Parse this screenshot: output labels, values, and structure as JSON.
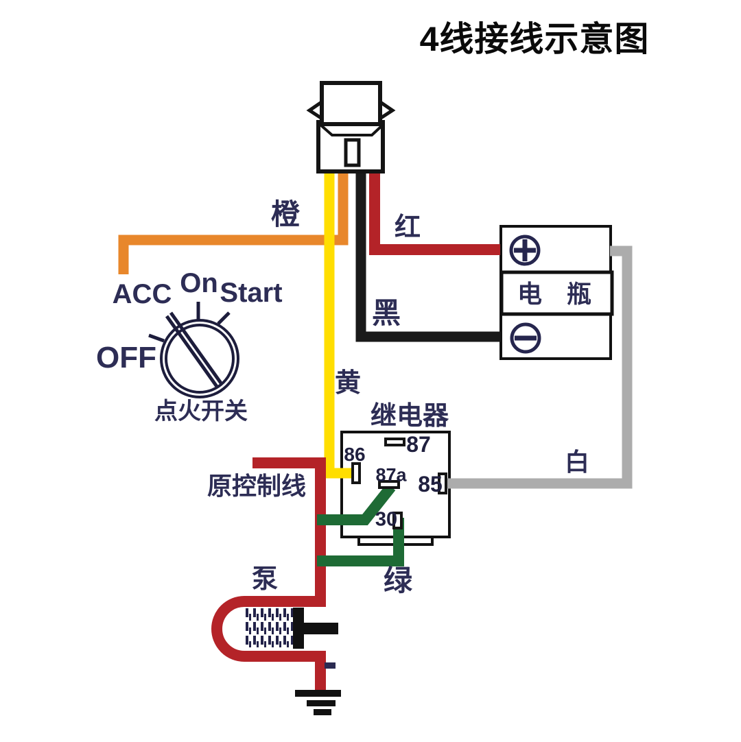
{
  "title": "4线接线示意图",
  "colors": {
    "orange": "#E8872B",
    "yellow": "#FFDE00",
    "red": "#B42328",
    "black": "#1A1A1A",
    "white_wire": "#ACACAC",
    "green": "#1E6B35",
    "text_navy": "#2D2D55"
  },
  "wire_labels": {
    "orange": "橙",
    "red": "红",
    "black": "黑",
    "yellow": "黄",
    "white": "白",
    "green": "绿"
  },
  "switch": {
    "label": "点火开关",
    "acc": "ACC",
    "on": "On",
    "start": "Start",
    "off": "OFF"
  },
  "battery": {
    "label": "电　瓶",
    "positive_icon": "plus-circle",
    "negative_icon": "minus-circle"
  },
  "relay": {
    "label": "继电器",
    "pins": {
      "p86": "86",
      "p87": "87",
      "p87a": "87a",
      "p85": "85",
      "p30": "30"
    }
  },
  "control_line": {
    "label": "原控制线"
  },
  "pump": {
    "label": "泵"
  }
}
